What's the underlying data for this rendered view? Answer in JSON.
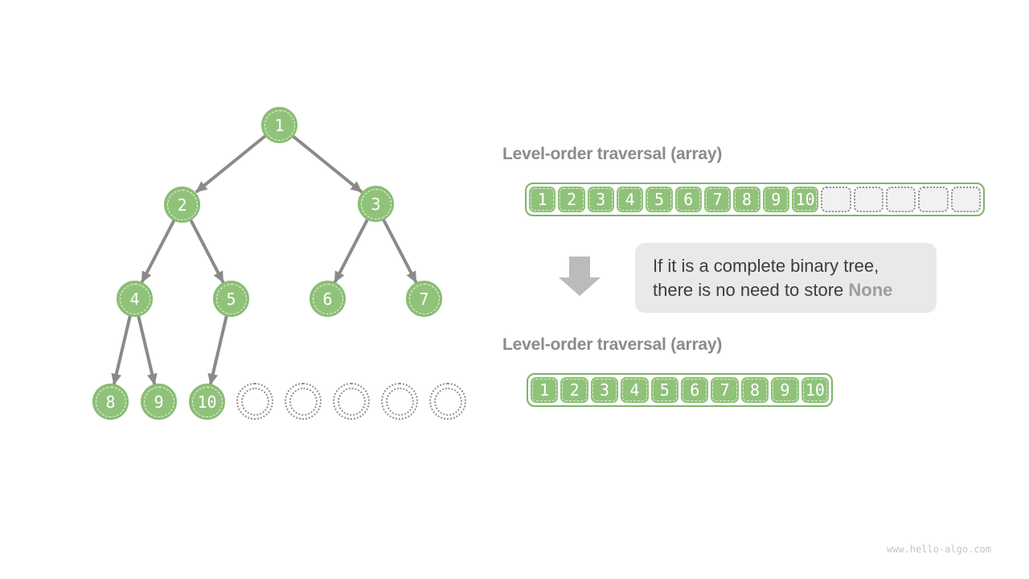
{
  "colors": {
    "node_green": "#90C27A",
    "array_border_green": "#7DB56A",
    "edge_gray": "#8A8A8A",
    "big_arrow_gray": "#BBBBBB",
    "empty_cell_bg": "#F1F1F1",
    "dotted_gray": "#8F8F8F",
    "heading_gray": "#8B8B8B",
    "note_bg": "#E9E9E9",
    "note_text": "#3D3D3D",
    "note_highlight_gray": "#9D9D9D",
    "watermark_gray": "#C6C6C6"
  },
  "tree": {
    "labels": [
      "1",
      "2",
      "3",
      "4",
      "5",
      "6",
      "7",
      "8",
      "9",
      "10"
    ],
    "edges": [
      [
        "1",
        "2"
      ],
      [
        "1",
        "3"
      ],
      [
        "2",
        "4"
      ],
      [
        "2",
        "5"
      ],
      [
        "3",
        "6"
      ],
      [
        "3",
        "7"
      ],
      [
        "4",
        "8"
      ],
      [
        "4",
        "9"
      ],
      [
        "5",
        "10"
      ]
    ],
    "empty_slot_count": 5
  },
  "top_array": {
    "heading": "Level-order traversal (array)",
    "values": [
      "1",
      "2",
      "3",
      "4",
      "5",
      "6",
      "7",
      "8",
      "9",
      "10"
    ],
    "empty_cell_count": 5
  },
  "bottom_array": {
    "heading": "Level-order traversal (array)",
    "values": [
      "1",
      "2",
      "3",
      "4",
      "5",
      "6",
      "7",
      "8",
      "9",
      "10"
    ]
  },
  "note": {
    "line1": "If it is a complete binary tree,",
    "line2_prefix": "there is no need to store ",
    "highlight": "None"
  },
  "icons": {
    "down_arrow": "down-arrow-icon"
  },
  "footer": {
    "watermark": "www.hello-algo.com"
  }
}
